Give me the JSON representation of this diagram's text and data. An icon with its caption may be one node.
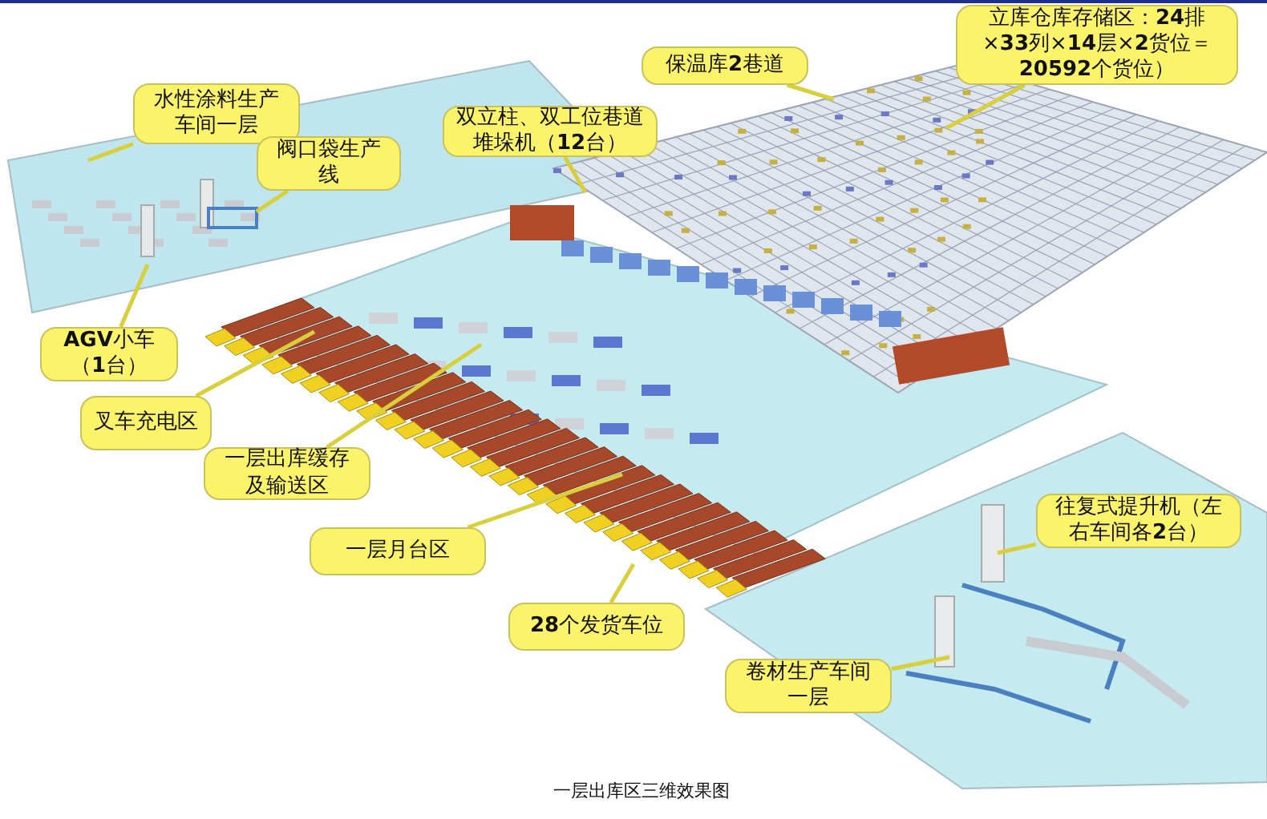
{
  "diagram": {
    "caption": "一层出库区三维效果图",
    "nodes": [
      {
        "text": [
          "水性涂料生产车间一层"
        ]
      },
      {
        "text": [
          "阀口袋生产线"
        ]
      },
      {
        "text": [
          "**AGV**小车（**1**台）"
        ]
      },
      {
        "text": [
          "双立柱、双工位巷道堆垛机（**12**台）"
        ]
      },
      {
        "text": [
          "保温库**2**巷道"
        ]
      },
      {
        "text": [
          "立库仓库存储区：**24**排×**33**列×**14**层×**2**货位＝**20592**个货位）"
        ]
      },
      {
        "text": [
          "叉车充电区"
        ]
      },
      {
        "text": [
          "一层出库缓存及输送区"
        ]
      },
      {
        "text": [
          "一层月台区"
        ]
      },
      {
        "text": [
          "**28**个发货车位"
        ]
      },
      {
        "text": [
          "往复式提升机（左右车间各**2**台）"
        ]
      },
      {
        "text": [
          "卷材生产车间一层"
        ]
      }
    ],
    "edges": [
      {
        "from": 0,
        "to": null,
        "arrow": "none"
      },
      {
        "from": 1,
        "to": null,
        "arrow": "none"
      },
      {
        "from": 2,
        "to": null,
        "arrow": "none"
      },
      {
        "from": 3,
        "to": null,
        "arrow": "none"
      },
      {
        "from": 4,
        "to": null,
        "arrow": "none"
      },
      {
        "from": 5,
        "to": null,
        "arrow": "none"
      },
      {
        "from": 6,
        "to": null,
        "arrow": "none"
      },
      {
        "from": 7,
        "to": null,
        "arrow": "none"
      },
      {
        "from": 8,
        "to": null,
        "arrow": "none"
      },
      {
        "from": 9,
        "to": null,
        "arrow": "none"
      },
      {
        "from": 10,
        "to": null,
        "arrow": "none"
      },
      {
        "from": 11,
        "to": null,
        "arrow": "none"
      }
    ]
  }
}
